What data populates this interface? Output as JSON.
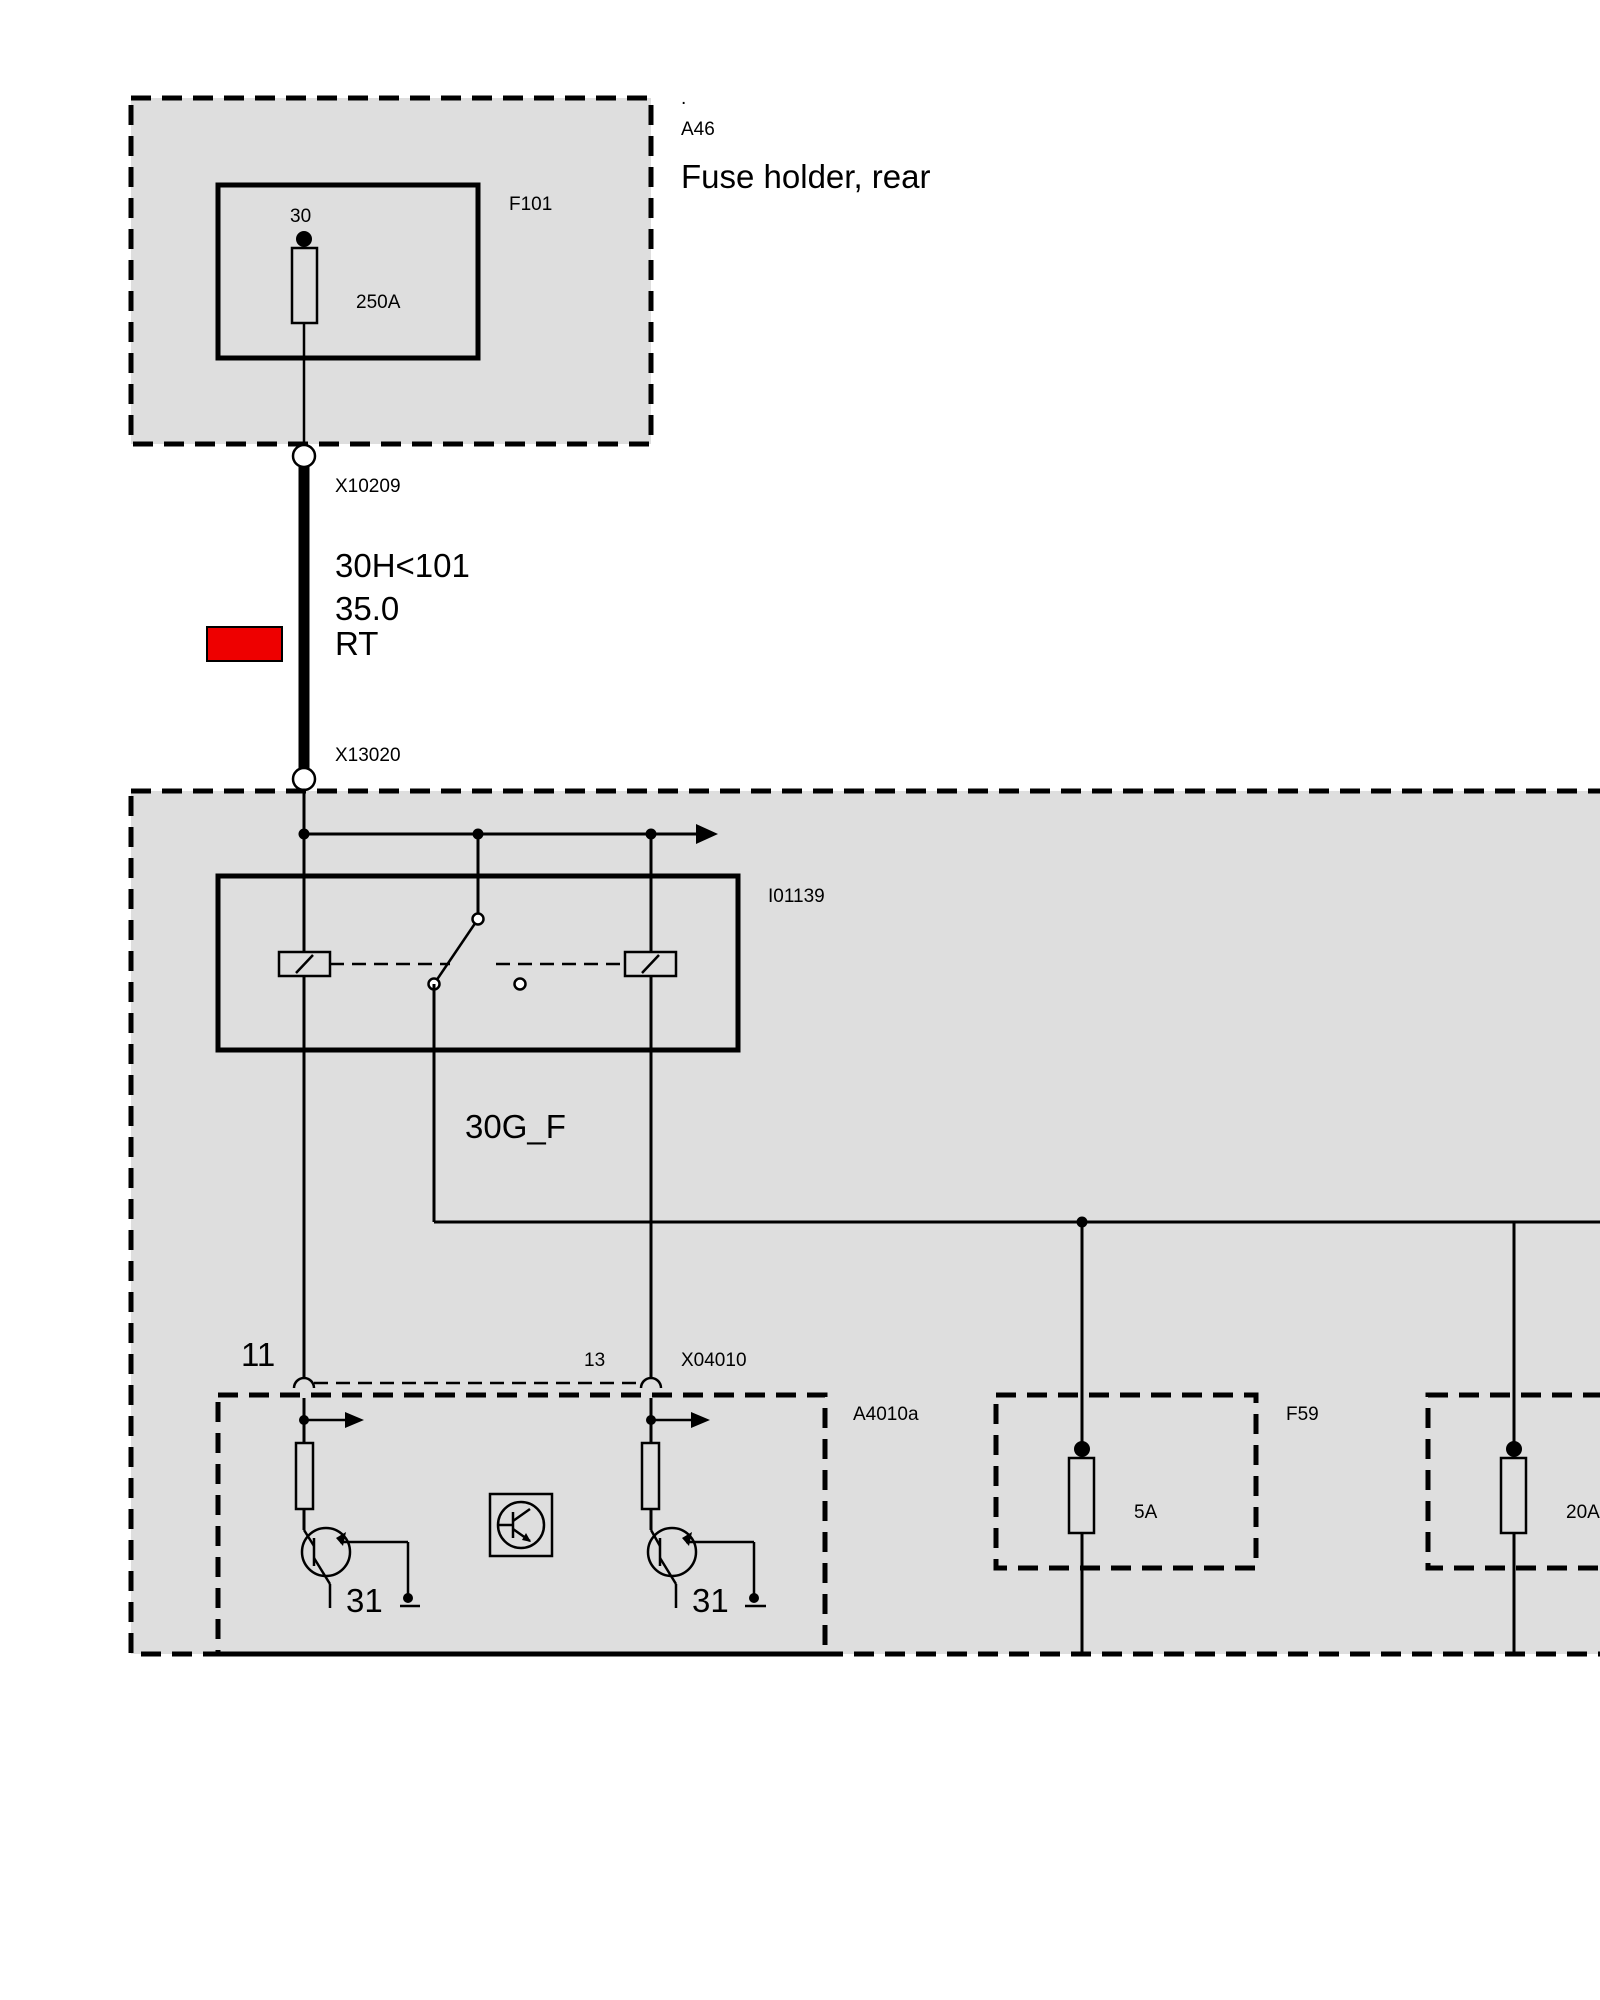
{
  "header": {
    "dot": ".",
    "component_id": "A46",
    "component_name": "Fuse holder, rear"
  },
  "fuse_holder": {
    "fuse_id": "F101",
    "terminal": "30",
    "rating": "250A"
  },
  "connectors": {
    "upper": "X10209",
    "lower": "X13020",
    "module": "X04010"
  },
  "cable": {
    "circuit": "30H<101",
    "cross_section": "35.0",
    "color_code": "RT",
    "color_swatch": "#ee0000"
  },
  "relay": {
    "id": "I01139",
    "output_circuit": "30G_F"
  },
  "control_module": {
    "id": "A4010a",
    "pin_left": "11",
    "pin_right": "13",
    "ground_left": "31",
    "ground_right": "31"
  },
  "fuses": [
    {
      "id": "F59",
      "rating": "5A"
    },
    {
      "id": "",
      "rating": "20A"
    }
  ]
}
